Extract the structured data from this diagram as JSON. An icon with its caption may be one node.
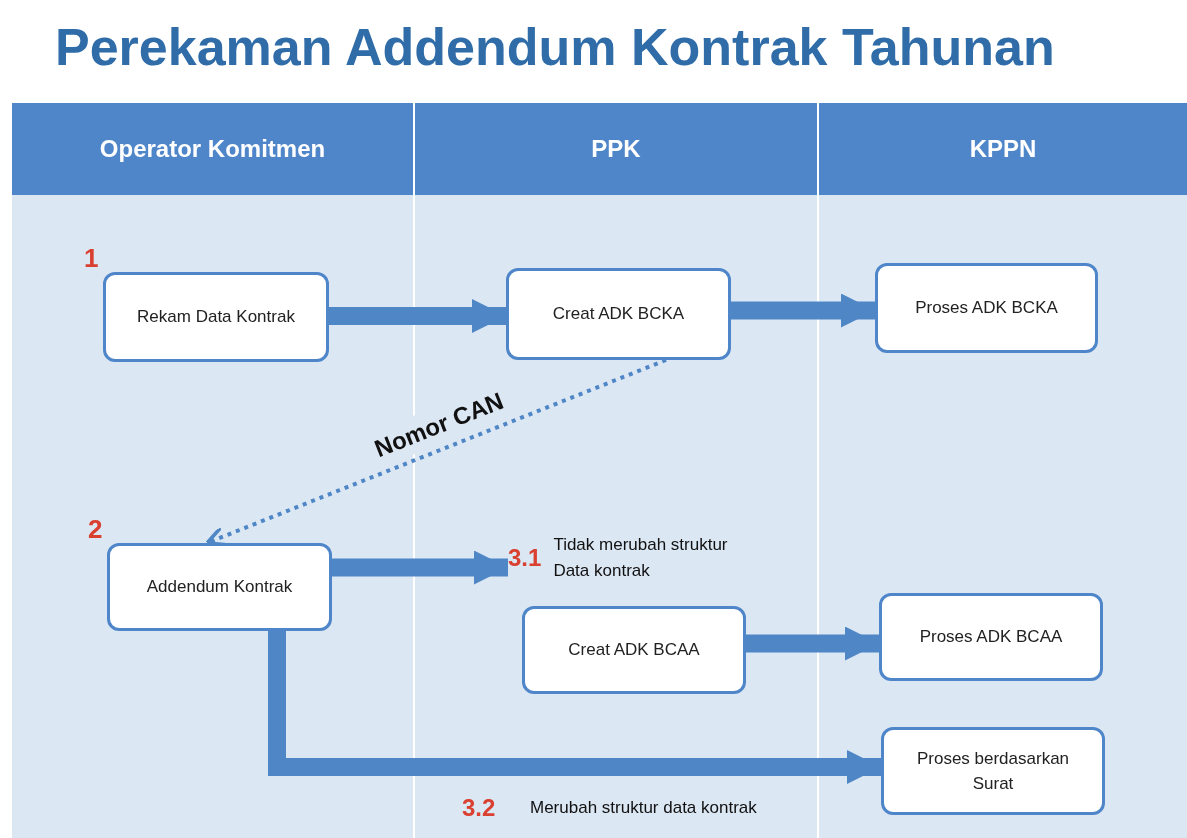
{
  "diagram": {
    "title": "Perekaman Addendum Kontrak Tahunan",
    "nodes": [
      {
        "text": [
          "Operator Komitmen"
        ]
      },
      {
        "text": [
          "PPK"
        ]
      },
      {
        "text": [
          "KPPN"
        ]
      },
      {
        "text": [
          "Rekam Data Kontrak"
        ],
        "in": 0,
        "beside": [
          "1"
        ]
      },
      {
        "text": [
          "Creat ADK BCKA"
        ],
        "in": 1
      },
      {
        "text": [
          "Proses ADK BCKA"
        ],
        "in": 2
      },
      {
        "text": [
          "Addendum Kontrak"
        ],
        "in": 0,
        "beside": [
          "2"
        ]
      },
      {
        "text": [
          "3.1",
          "Tidak merubah struktur Data kontrak"
        ],
        "in": 1
      },
      {
        "text": [
          "Creat ADK BCAA"
        ],
        "in": 1
      },
      {
        "text": [
          "Proses ADK BCAA"
        ],
        "in": 2
      },
      {
        "text": [
          "Proses berdasarkan Surat"
        ],
        "in": 2
      }
    ],
    "edges": [
      {
        "from": 3,
        "to": 4,
        "arrow": "to"
      },
      {
        "from": 4,
        "to": 5,
        "arrow": "to"
      },
      {
        "from": 4,
        "to": 6,
        "arrow": "to",
        "label": "Nomor CAN",
        "style": "dashed"
      },
      {
        "from": 6,
        "to": 7,
        "arrow": "to"
      },
      {
        "from": 8,
        "to": 9,
        "arrow": "to"
      },
      {
        "from": 6,
        "to": 10,
        "arrow": "to"
      }
    ],
    "labels": [
      "3.2",
      "Merubah struktur data kontrak"
    ]
  }
}
